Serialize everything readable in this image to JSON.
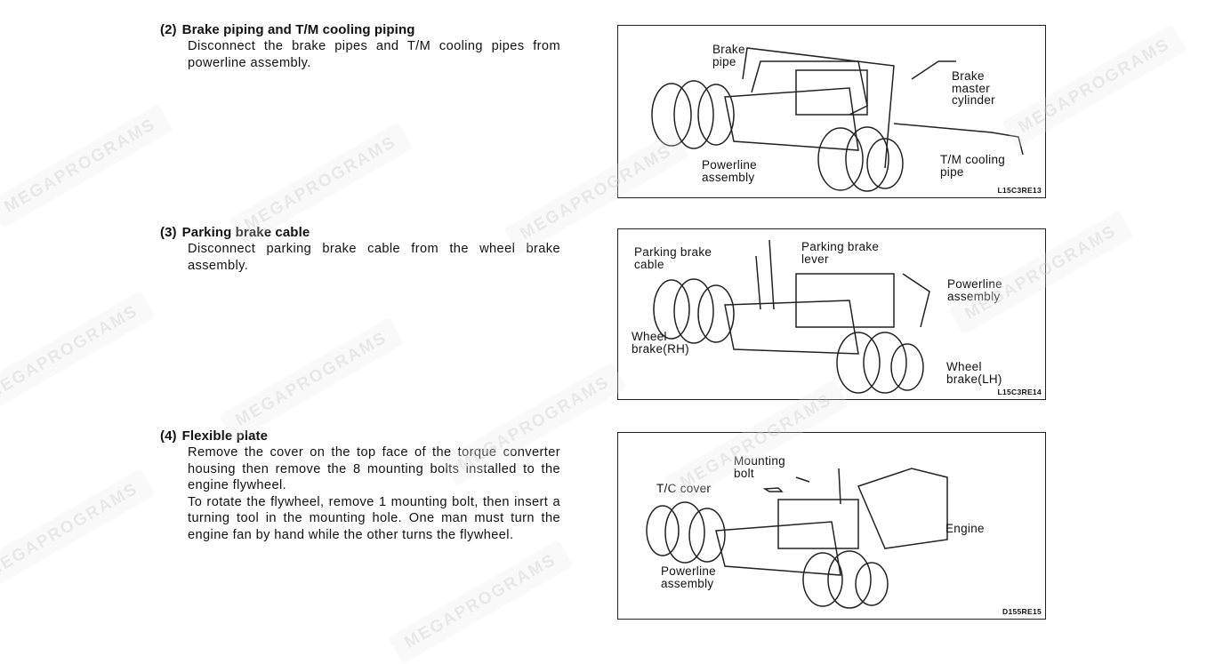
{
  "sections": [
    {
      "number": "(2)",
      "title": "Brake piping and T/M cooling piping",
      "body": "Disconnect the brake pipes and T/M cooling pipes from powerline assembly."
    },
    {
      "number": "(3)",
      "title": "Parking brake cable",
      "body": "Disconnect parking brake cable from the wheel brake assembly."
    },
    {
      "number": "(4)",
      "title": "Flexible plate",
      "body": "Remove the cover on the top face of the torque converter housing then remove the 8 mounting bolts installed to the engine flywheel.",
      "body2": "To rotate the flywheel, remove 1 mounting bolt, then insert a turning tool in the mounting hole.  One man must turn the engine fan by hand while the other turns the flywheel."
    }
  ],
  "figures": [
    {
      "code": "L15C3RE13",
      "labels": {
        "brake_pipe": "Brake\npipe",
        "master": "Brake\nmaster\ncylinder",
        "powerline": "Powerline\nassembly",
        "cooling": "T/M cooling\npipe"
      }
    },
    {
      "code": "L15C3RE14",
      "labels": {
        "cable": "Parking brake\ncable",
        "lever": "Parking brake\nlever",
        "powerline": "Powerline\nassembly",
        "rh": "Wheel\nbrake(RH)",
        "lh": "Wheel\nbrake(LH)"
      }
    },
    {
      "code": "D155RE15",
      "labels": {
        "bolt": "Mounting\nbolt",
        "cover": "T/C cover",
        "engine": "Engine",
        "powerline": "Powerline\nassembly"
      }
    }
  ],
  "watermark": "MEGAPROGRAMS"
}
